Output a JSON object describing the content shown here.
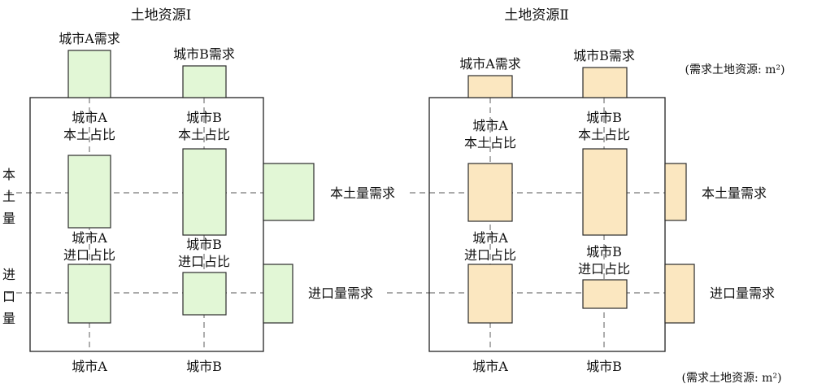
{
  "panel1": {
    "title": "土地资源Ⅰ",
    "demand_a": "城市A需求",
    "demand_b": "城市B需求",
    "share_a_local": [
      "城市A",
      "本土占比"
    ],
    "share_b_local": [
      "城市B",
      "本土占比"
    ],
    "share_a_import": [
      "城市A",
      "进口占比"
    ],
    "share_b_import": [
      "城市B",
      "进口占比"
    ],
    "row_label_local": [
      "本",
      "土",
      "量"
    ],
    "row_label_import": [
      "进",
      "口",
      "量"
    ],
    "col_a": "城市A",
    "col_b": "城市B",
    "local_demand": "本土量需求",
    "import_demand": "进口量需求",
    "color": "#e2f7d6"
  },
  "panel2": {
    "title": "土地资源Ⅱ",
    "demand_a": "城市A需求",
    "demand_b": "城市B需求",
    "share_a_local": [
      "城市A",
      "本土占比"
    ],
    "share_b_local": [
      "城市B",
      "本土占比"
    ],
    "share_a_import": [
      "城市A",
      "进口占比"
    ],
    "share_b_import": [
      "城市B",
      "进口占比"
    ],
    "col_a": "城市A",
    "col_b": "城市B",
    "local_demand": "本土量需求",
    "import_demand": "进口量需求",
    "color": "#fbe7c0"
  },
  "unit_note_top": "(需求土地资源: m²)",
  "unit_note_bottom": "(需求土地资源: m²)"
}
